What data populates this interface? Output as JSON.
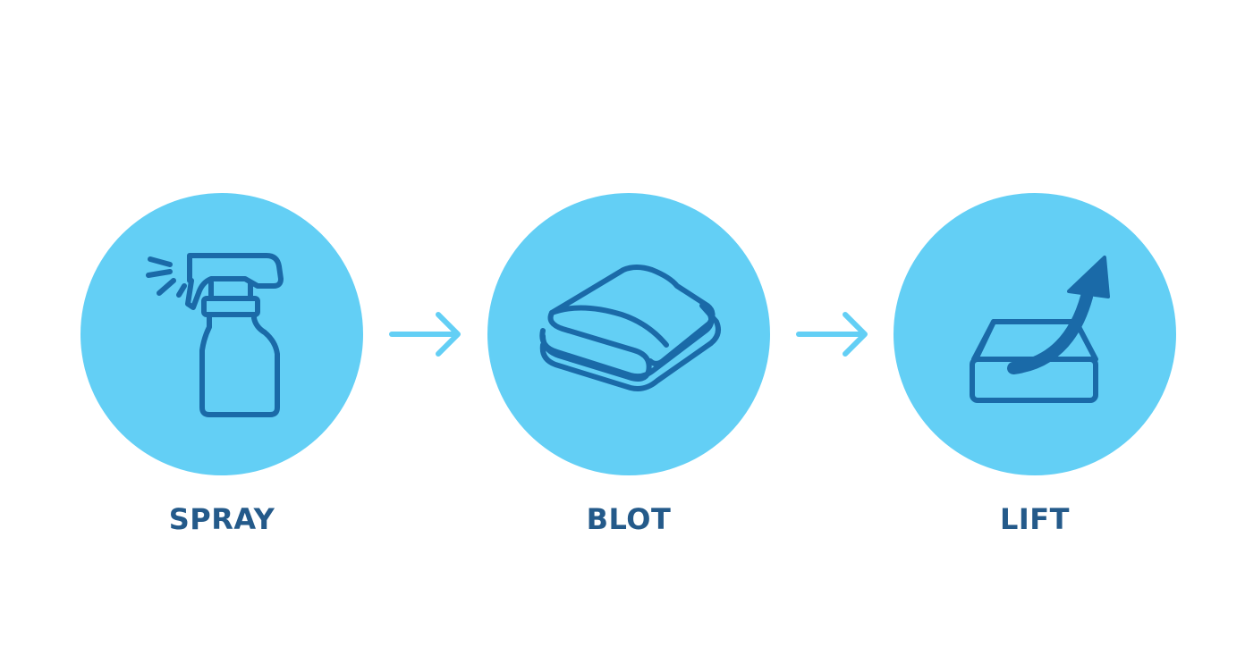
{
  "colors": {
    "circle_fill": "#63cff5",
    "icon_stroke": "#1a6aa8",
    "label_text": "#245a8a",
    "arrow": "#63cff5"
  },
  "steps": [
    {
      "label": "SPRAY",
      "icon": "spray-bottle-icon"
    },
    {
      "label": "BLOT",
      "icon": "folded-towel-icon"
    },
    {
      "label": "LIFT",
      "icon": "lift-arrow-icon"
    }
  ],
  "connectors": [
    "right-arrow-icon",
    "right-arrow-icon"
  ]
}
